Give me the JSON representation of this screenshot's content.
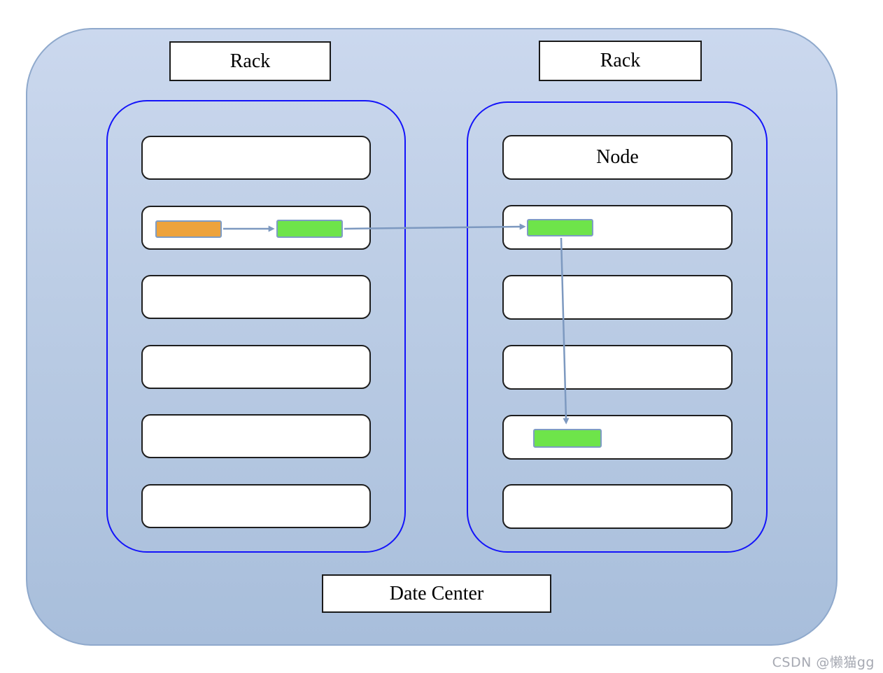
{
  "labels": {
    "rack_left": "Rack",
    "rack_right": "Rack",
    "node": "Node",
    "data_center": "Date Center"
  },
  "watermark": "CSDN @懒猫gg",
  "colors": {
    "canvas_fill_top": "#cbd8ee",
    "canvas_fill_bottom": "#a8bedb",
    "canvas_border": "#8fa9cc",
    "rack_border": "#1414fa",
    "slot_border": "#1e1e1e",
    "slot_fill": "#ffffff",
    "label_border": "#1a1a1a",
    "block_border": "#7e9cc4",
    "replica_orange": "#eda33c",
    "replica_green": "#6ee44a",
    "connector": "#7d99c0",
    "watermark_color": "#a6a9b2"
  }
}
